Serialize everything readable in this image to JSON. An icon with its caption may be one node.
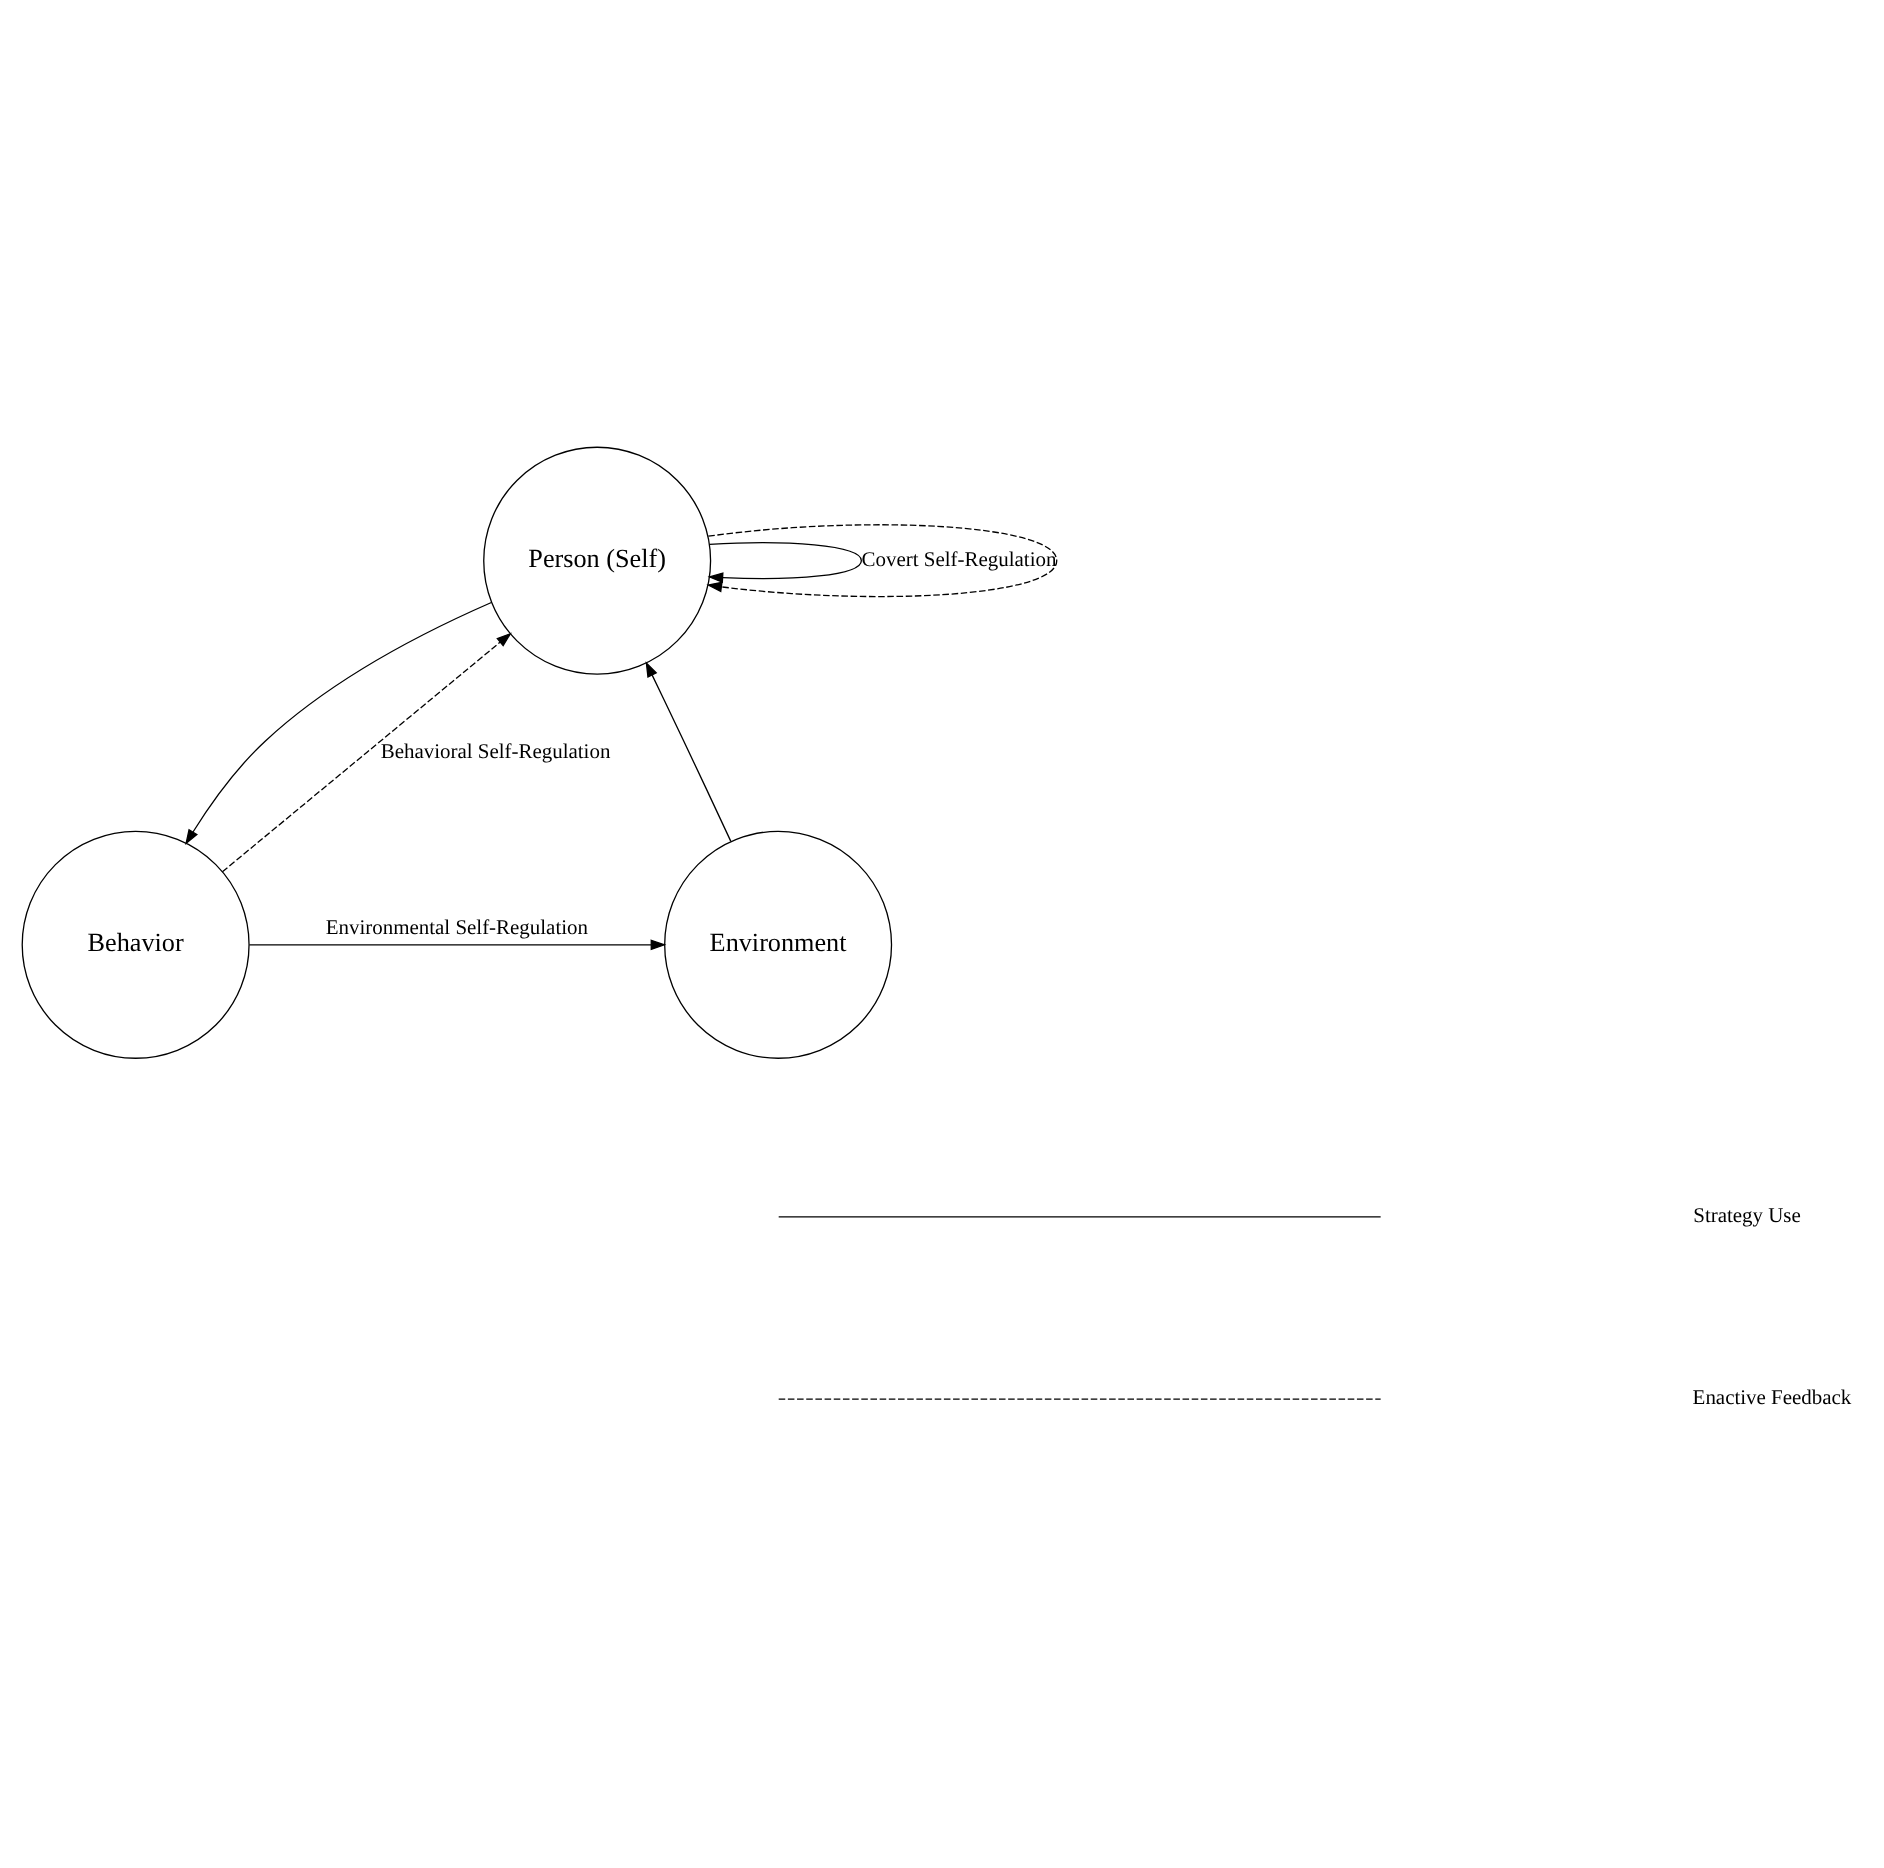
{
  "diagram": {
    "nodes": [
      {
        "text": [
          "Person (Self)"
        ]
      },
      {
        "text": [
          "Environment"
        ]
      },
      {
        "text": [
          "Behavior"
        ]
      }
    ],
    "edges": [
      {
        "from": 1,
        "to": 0,
        "arrow": "to"
      },
      {
        "from": 0,
        "to": 0,
        "arrow": "to",
        "label": "Covert Self-Regulation"
      },
      {
        "from": 0,
        "to": 0,
        "arrow": "to",
        "style": "dashed"
      },
      {
        "from": 0,
        "to": 2,
        "arrow": "to"
      },
      {
        "from": 2,
        "to": 0,
        "arrow": "to",
        "style": "dashed",
        "label": "Behavioral Self-Regulation"
      },
      {
        "from": 2,
        "to": 1,
        "arrow": "to",
        "label": "Environmental Self-Regulation"
      }
    ],
    "legend": [
      {
        "text": "Strategy Use"
      },
      {
        "text": "Enactive Feedback"
      }
    ]
  }
}
